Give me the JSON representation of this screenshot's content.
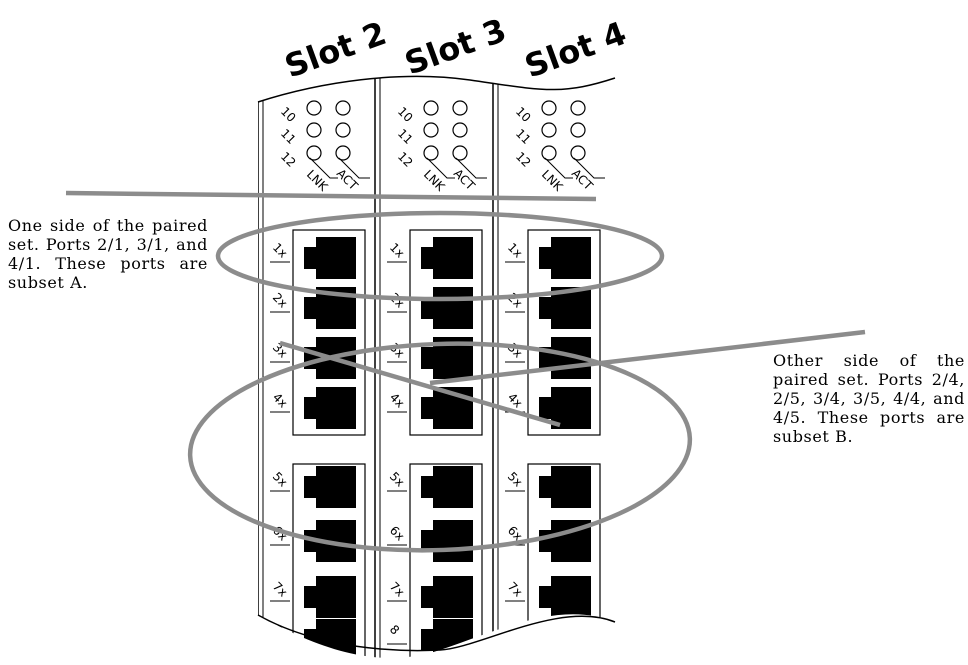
{
  "slots": [
    {
      "label": "Slot 2",
      "slot_number": 2
    },
    {
      "label": "Slot 3",
      "slot_number": 3
    },
    {
      "label": "Slot 4",
      "slot_number": 4
    }
  ],
  "led_labels": {
    "ports": [
      "10",
      "11",
      "12"
    ],
    "link": "LNK",
    "activity": "ACT"
  },
  "port_labels": [
    "1x",
    "2x",
    "3x",
    "4x",
    "5x",
    "6x",
    "7x",
    "8"
  ],
  "callouts": {
    "subset_a": "One side of the paired set. Ports 2/1, 3/1, and 4/1. These ports are subset A.",
    "subset_b": "Other side of the paired set. Ports 2/4, 2/5, 3/4, 3/5, 4/4, and 4/5. These ports are subset B."
  },
  "colors": {
    "highlight": "#8c8c8c",
    "line": "#000000",
    "port": "#000000",
    "background": "#ffffff"
  }
}
